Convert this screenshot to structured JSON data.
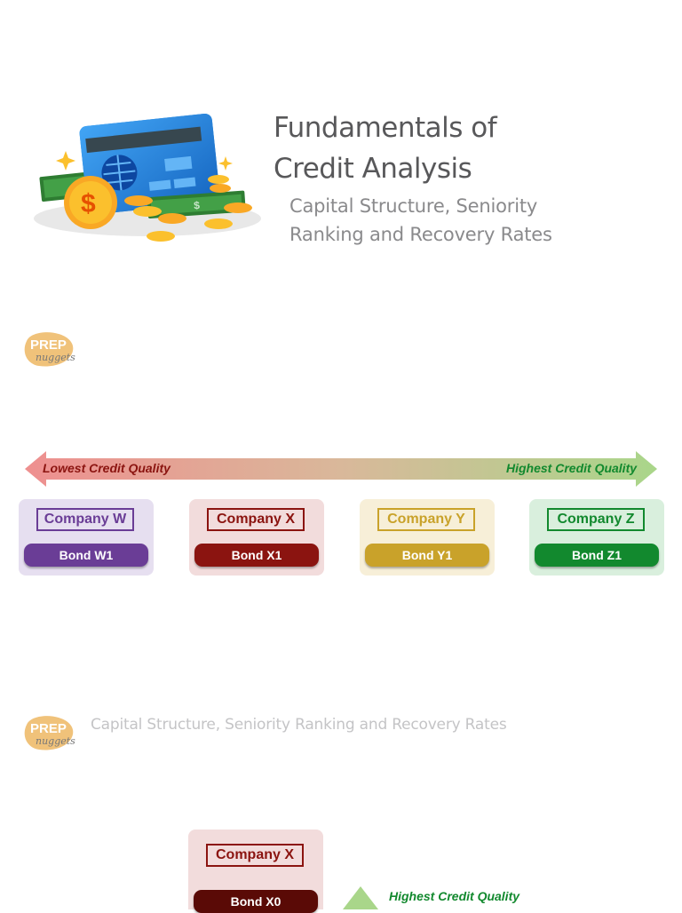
{
  "title": {
    "line1": "Fundamentals of",
    "line2": "Credit Analysis",
    "sub1": "Capital Structure, Seniority",
    "sub2": "Ranking and Recovery Rates"
  },
  "logo": {
    "word1": "PREP",
    "word2": "nuggets"
  },
  "scale": {
    "low_label": "Lowest Credit Quality",
    "high_label": "Highest Credit Quality",
    "low_color": "#e88a8a",
    "high_color": "#a8d58a"
  },
  "cards": [
    {
      "company": "Company W",
      "bond": "Bond W1",
      "accent": "#6a3d96",
      "bg": "#e6dff0"
    },
    {
      "company": "Company X",
      "bond": "Bond X1",
      "accent": "#8b1410",
      "bg": "#f2dcdc"
    },
    {
      "company": "Company Y",
      "bond": "Bond Y1",
      "accent": "#c9a22a",
      "bg": "#f7efd8"
    },
    {
      "company": "Company Z",
      "bond": "Bond Z1",
      "accent": "#12892e",
      "bg": "#d9efdd"
    }
  ],
  "slide2": {
    "title": "Capital Structure, Seniority Ranking and Recovery Rates",
    "card": {
      "company": "Company X",
      "bond": "Bond X0",
      "accent": "#8b1410",
      "bond_color": "#5a0a06",
      "bg": "#f2dcdc"
    },
    "high_label": "Highest Credit Quality"
  }
}
